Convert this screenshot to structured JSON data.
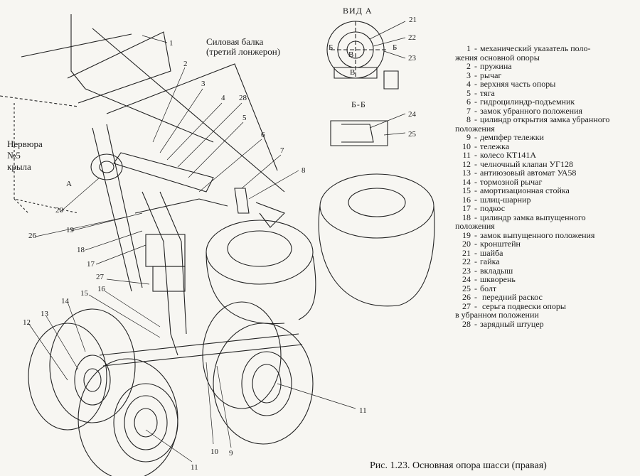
{
  "labels": {
    "beam": "Силовая балка\n(третий лонжерон)",
    "rib": "Нервюра\n№5\nкрыла",
    "view_a": "ВИД А",
    "section_bb": "Б-Б",
    "arrow_a": "А",
    "sect_b_left": "Б",
    "sect_b_right": "Б",
    "view_b": "В",
    "view_b2": "В"
  },
  "callouts": [
    "1",
    "2",
    "3",
    "4",
    "28",
    "5",
    "6",
    "7",
    "8",
    "20",
    "26",
    "19",
    "18",
    "17",
    "27",
    "16",
    "15",
    "14",
    "13",
    "12",
    "11",
    "11",
    "10",
    "9",
    "21",
    "22",
    "23",
    "24",
    "25"
  ],
  "legend": [
    {
      "num": "1",
      "text": "механический указатель поло-\n   жения  основной опоры"
    },
    {
      "num": "2",
      "text": "пружина"
    },
    {
      "num": "3",
      "text": "рычаг"
    },
    {
      "num": "4",
      "text": "верхняя часть опоры"
    },
    {
      "num": "5",
      "text": "тяга"
    },
    {
      "num": "6",
      "text": "гидроцилиндр-подъемник"
    },
    {
      "num": "7",
      "text": "замок убранного положения"
    },
    {
      "num": "8",
      "text": "цилиндр открытия замка убранного\nположения"
    },
    {
      "num": "9",
      "text": "демпфер тележки"
    },
    {
      "num": "10",
      "text": "тележка"
    },
    {
      "num": "11",
      "text": "колесо КТ141А"
    },
    {
      "num": "12",
      "text": "челночный клапан УГ128"
    },
    {
      "num": "13",
      "text": "антиюзовый автомат УА58"
    },
    {
      "num": "14",
      "text": "тормозной рычаг"
    },
    {
      "num": "15",
      "text": "амортизационная стойка"
    },
    {
      "num": "16",
      "text": "шлиц-шарнир"
    },
    {
      "num": "17",
      "text": "подкос"
    },
    {
      "num": "18",
      "text": "цилиндр замка выпущенного\nположения"
    },
    {
      "num": "19",
      "text": "замок выпущенного положения"
    },
    {
      "num": "20",
      "text": "кронштейн"
    },
    {
      "num": "21",
      "text": "шайба"
    },
    {
      "num": "22",
      "text": "гайка"
    },
    {
      "num": "23",
      "text": "вкладыш"
    },
    {
      "num": "24",
      "text": "шкворень"
    },
    {
      "num": "25",
      "text": "болт"
    },
    {
      "num": "26",
      "text": " передний раскос"
    },
    {
      "num": "27",
      "text": " серьга подвески опоры\n в убранном положении"
    },
    {
      "num": "28",
      "text": "зарядный штуцер"
    }
  ],
  "caption": "Рис. 1.23.  Основная опора шасси  (правая)"
}
